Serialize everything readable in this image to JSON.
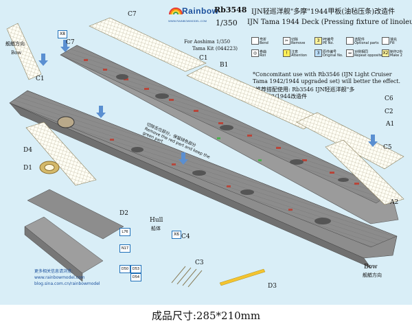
{
  "brand": {
    "name": "Rainbow",
    "url": "WWW.RAINBOWMODEL.COM"
  },
  "product": {
    "code": "Rb3548",
    "scale": "1/350",
    "title_cn": "IJN轻巡洋舰\"多摩\"1944甲板(油毡压条)改造件",
    "title_en": "IJN Tama 1944 Deck (Pressing fixture of linoleum)",
    "kit": "For Aoshima 1/350",
    "kit_name": "Tama Kit (044223)"
  },
  "legend": [
    {
      "cn": "弯折",
      "en": "Bend"
    },
    {
      "cn": "切除",
      "en": "Remove"
    },
    {
      "cn": "PE编号",
      "en": "PE No."
    },
    {
      "cn": "选配件",
      "en": "Optional parts"
    },
    {
      "cn": "填充",
      "en": "Fill"
    },
    {
      "cn": "卷曲",
      "en": "Roll"
    },
    {
      "cn": "注意",
      "en": "Attention"
    },
    {
      "cn": "原件编号",
      "en": "Original No."
    },
    {
      "cn": "对侧相同",
      "en": "Repeat opposite"
    },
    {
      "cn": "制作2份",
      "en": "Make 2"
    }
  ],
  "notes": {
    "en": "*Concomitant use with Rb3546 (IJN Light Cruiser Tama 1942/1944 upgraded set) will better the effect.",
    "cn": "*推荐搭配使用: Rb3546 IJN轻巡洋舰\"多摩\"1942/1944改造件",
    "cut_cn": "切除舌位部分，保留绿色部分",
    "cut_en": "Remove the red part and keep the green part"
  },
  "labels": {
    "c7_top": "C7",
    "c7": "C7",
    "x8": "X8",
    "bow_cn_left": "舰艏方向",
    "bow_left": "Bow",
    "c1_left": "C1",
    "c1": "C1",
    "b1": "B1",
    "c6": "C6",
    "c2": "C2",
    "a1": "A1",
    "c5": "C5",
    "a2": "A2",
    "d4": "D4",
    "d1": "D1",
    "d2": "D2",
    "l76": "L76",
    "n17": "N17",
    "d50": "D50",
    "d53": "D53",
    "d54": "D54",
    "hull": "Hull",
    "hull_cn": "船体",
    "x6": "X6",
    "c4": "C4",
    "c3": "C3",
    "d3": "D3",
    "bow_right": "Bow",
    "bow_cn_right": "舰艏方向"
  },
  "info_box": {
    "line1": "更多相关信息请浏览:",
    "line2": "www.rainbowmodel.com",
    "line3": "blog.sina.com.cn/rainbowmodel"
  },
  "footer": {
    "size": "成品尺寸:285*210mm"
  },
  "colors": {
    "background": "#d9eef7",
    "deck_wood": "#b9a98a",
    "hull_grey": "#8f8f8f",
    "accent_blue": "#1e6fb8",
    "red_part": "#c0392b"
  }
}
